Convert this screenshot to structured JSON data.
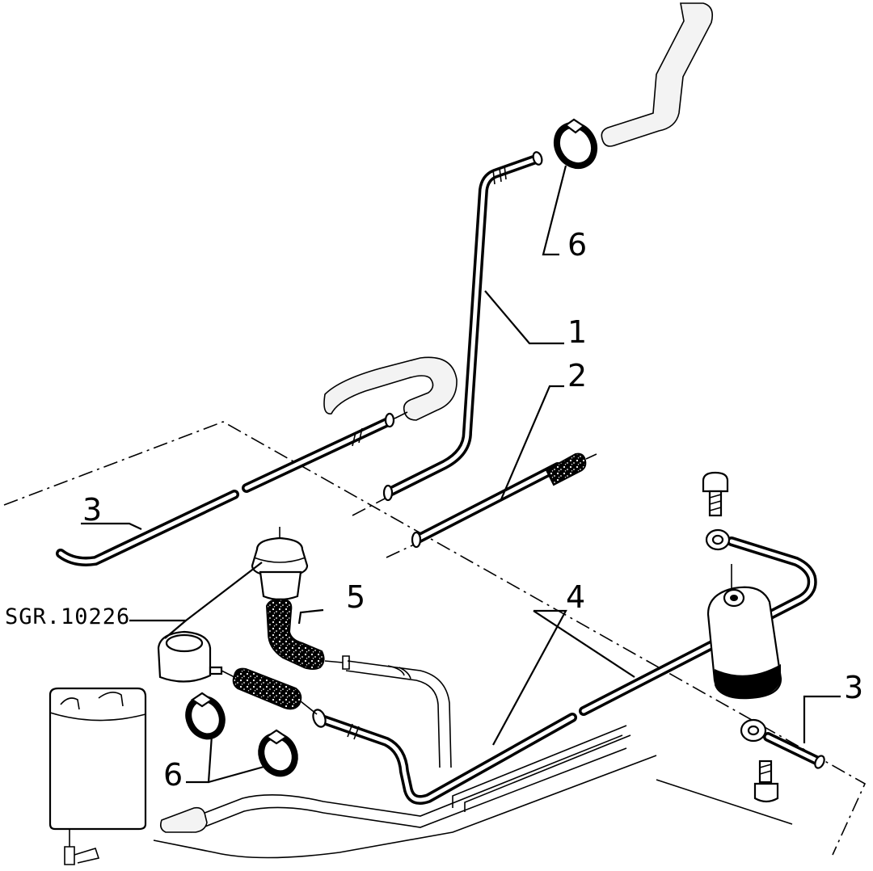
{
  "callouts": {
    "c1": "1",
    "c2": "2",
    "c3_left": "3",
    "c3_right": "3",
    "c4": "4",
    "c5": "5",
    "c6_top": "6",
    "c6_bottom": "6"
  },
  "reference_code": "SGR.10226"
}
